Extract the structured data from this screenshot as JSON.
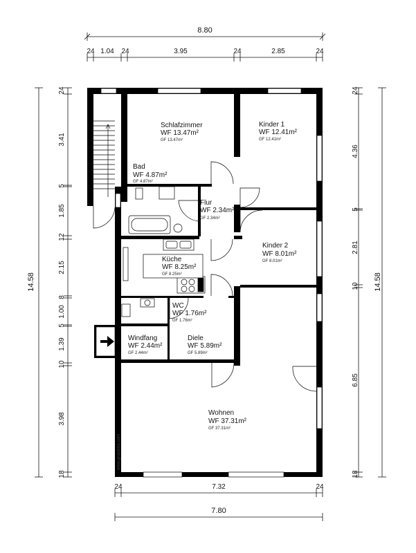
{
  "dimensions": {
    "top_total": "8.80",
    "top_segments": [
      "24",
      "1.04",
      "24",
      "3.95",
      "24",
      "2.85",
      "24"
    ],
    "bottom_segments": [
      "24",
      "7.32",
      "24"
    ],
    "bottom_total": "7.80",
    "left_total": "14.58",
    "left_segments": [
      "24",
      "3.41",
      "5",
      "1.85",
      "12",
      "2.15",
      "8",
      "1.00",
      "5",
      "1.39",
      "10",
      "3.98",
      "18"
    ],
    "right_total": "14.58",
    "right_segments": [
      "24",
      "4.36",
      "5",
      "2.81",
      "10",
      "6.85",
      "18"
    ]
  },
  "rooms": [
    {
      "id": "schlafzimmer",
      "name": "Schlafzimmer",
      "wf": "WF 13.47m²",
      "gf": "GF 13.47m²"
    },
    {
      "id": "kinder1",
      "name": "Kinder 1",
      "wf": "WF 12.41m²",
      "gf": "GF 12.41m²"
    },
    {
      "id": "bad",
      "name": "Bad",
      "wf": "WF 4.87m²",
      "gf": "GF 4.87m²"
    },
    {
      "id": "flur",
      "name": "Flur",
      "wf": "WF 2.34m²",
      "gf": "GF 2.34m²"
    },
    {
      "id": "kinder2",
      "name": "Kinder 2",
      "wf": "WF 8.01m²",
      "gf": "GF 8.01m²"
    },
    {
      "id": "kueche",
      "name": "Küche",
      "wf": "WF 8.25m²",
      "gf": "GF 8.25m²"
    },
    {
      "id": "wc",
      "name": "WC",
      "wf": "WF 1.76m²",
      "gf": "GF 1.76m²"
    },
    {
      "id": "windfang",
      "name": "Windfang",
      "wf": "WF 2.44m²",
      "gf": "GF 2.44m²"
    },
    {
      "id": "diele",
      "name": "Diele",
      "wf": "WF 5.89m²",
      "gf": "GF 5.89m²"
    },
    {
      "id": "wohnen",
      "name": "Wohnen",
      "wf": "WF 37.31m²",
      "gf": "GF 37.31m²"
    }
  ],
  "watermark": "www.grundriss.com",
  "colors": {
    "wall": "#000000",
    "line": "#111111",
    "window": "#ffffff"
  }
}
